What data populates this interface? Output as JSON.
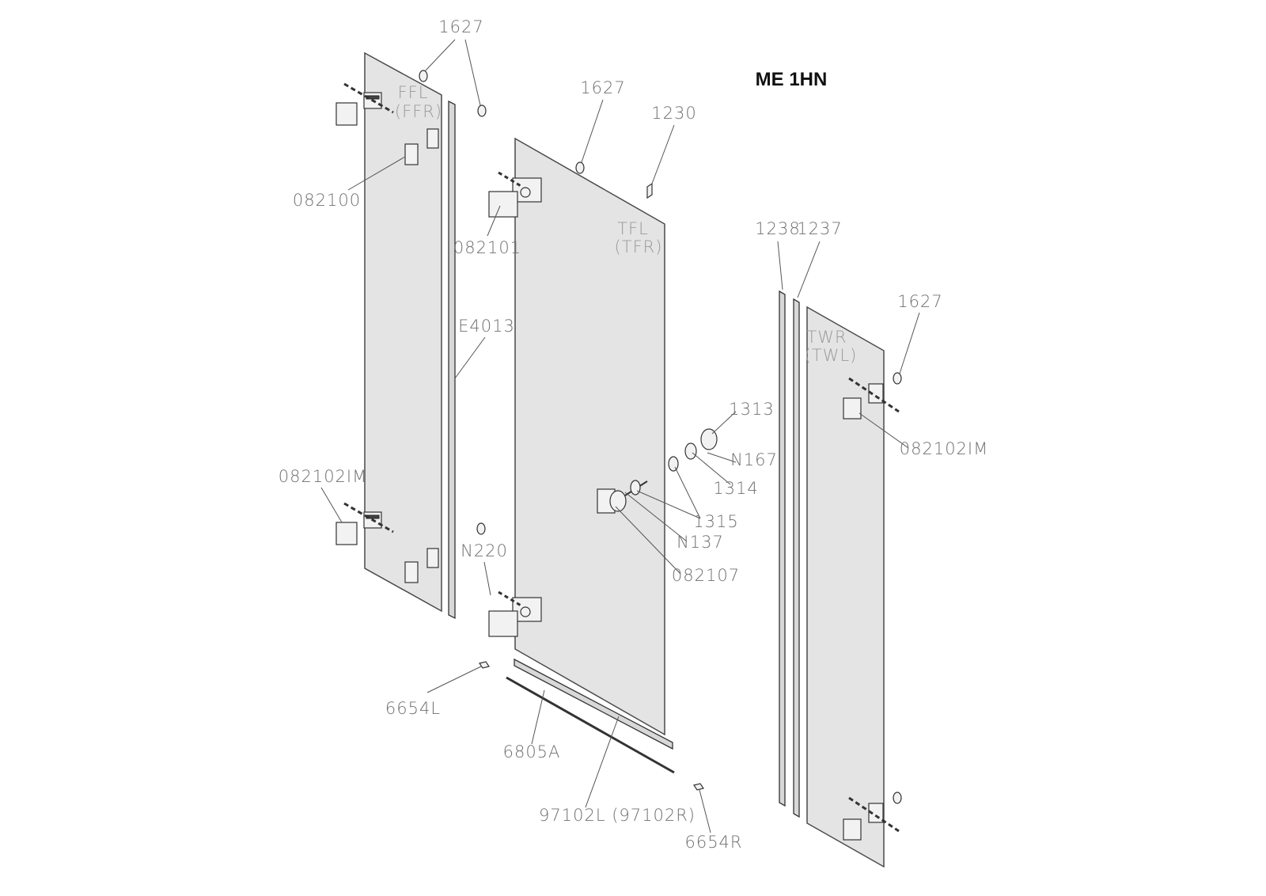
{
  "title": "ME 1HN",
  "panels": {
    "fixed": {
      "name": "FFL",
      "alt": "(FFR)"
    },
    "door": {
      "name": "TFL",
      "alt": "(TFR)"
    },
    "wall": {
      "name": "TWR",
      "alt": "(TWL)"
    }
  },
  "parts": {
    "p1627_top": "1627",
    "p1627_door": "1627",
    "p1627_wall": "1627",
    "p1230": "1230",
    "p082100": "082100",
    "p082101": "082101",
    "pE4013": "E4013",
    "p1238": "1238",
    "p1237": "1237",
    "p082102IM_right": "082102IM",
    "p082102IM_left": "082102IM",
    "p1313": "1313",
    "pN167": "N167",
    "p1314": "1314",
    "p1315": "1315",
    "pN137": "N137",
    "p082107": "082107",
    "pN220": "N220",
    "p6654L": "6654L",
    "p6805A": "6805A",
    "p97102L": "97102L (97102R)",
    "p6654R": "6654R"
  }
}
